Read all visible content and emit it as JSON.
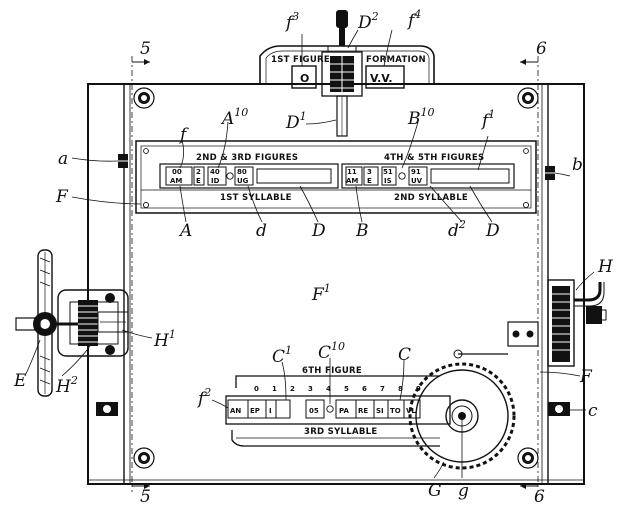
{
  "panel_captions": {
    "first_figure": "1ST FIGURE",
    "formation": "FORMATION",
    "figures_2_3": "2ND & 3RD FIGURES",
    "figures_4_5": "4TH & 5TH FIGURES",
    "syllable_1": "1ST SYLLABLE",
    "syllable_2": "2ND SYLLABLE",
    "figure_6": "6TH FIGURE",
    "syllable_3": "3RD SYLLABLE"
  },
  "windows": {
    "first_figure_value": "O",
    "formation_value": "V.V.",
    "upper_left": [
      "00",
      "2",
      "AM",
      "E",
      "40",
      "ID",
      "80",
      "UG"
    ],
    "upper_right": [
      "11",
      "3",
      "AM",
      "E",
      "51",
      "IS",
      "91",
      "UV"
    ],
    "bottom_row": [
      "AN",
      "EP",
      "I",
      "05",
      "PA",
      "RE",
      "SI",
      "TO",
      "VL"
    ]
  },
  "scale_numbers": [
    "0",
    "1",
    "2",
    "3",
    "4",
    "5",
    "6",
    "7",
    "8",
    "9"
  ],
  "reference_letters": {
    "f3": {
      "base": "f",
      "sup": "3"
    },
    "D2": {
      "base": "D",
      "sup": "2"
    },
    "f4": {
      "base": "f",
      "sup": "4"
    },
    "D1": {
      "base": "D",
      "sup": "1"
    },
    "A10": {
      "base": "A",
      "sup": "10"
    },
    "B10": {
      "base": "B",
      "sup": "10"
    },
    "f": {
      "base": "f",
      "sup": ""
    },
    "f1": {
      "base": "f",
      "sup": "1"
    },
    "a": {
      "base": "a",
      "sup": ""
    },
    "b": {
      "base": "b",
      "sup": ""
    },
    "F": {
      "base": "F",
      "sup": ""
    },
    "A": {
      "base": "A",
      "sup": ""
    },
    "d": {
      "base": "d",
      "sup": ""
    },
    "D_left": {
      "base": "D",
      "sup": ""
    },
    "B": {
      "base": "B",
      "sup": ""
    },
    "d2": {
      "base": "d",
      "sup": "2"
    },
    "D_right": {
      "base": "D",
      "sup": ""
    },
    "H": {
      "base": "H",
      "sup": ""
    },
    "F1": {
      "base": "F",
      "sup": "1"
    },
    "H1": {
      "base": "H",
      "sup": "1"
    },
    "H2": {
      "base": "H",
      "sup": "2"
    },
    "E": {
      "base": "E",
      "sup": ""
    },
    "C1": {
      "base": "C",
      "sup": "1"
    },
    "C10": {
      "base": "C",
      "sup": "10"
    },
    "C_top": {
      "base": "C",
      "sup": ""
    },
    "F_right": {
      "base": "F",
      "sup": ""
    },
    "c": {
      "base": "c",
      "sup": ""
    },
    "f2": {
      "base": "f",
      "sup": "2"
    },
    "G": {
      "base": "G",
      "sup": ""
    },
    "g": {
      "base": "g",
      "sup": ""
    },
    "sec5_top": {
      "base": "5",
      "sup": ""
    },
    "sec6_top": {
      "base": "6",
      "sup": ""
    },
    "sec5_bottom": {
      "base": "5",
      "sup": ""
    },
    "sec6_bottom": {
      "base": "6",
      "sup": ""
    }
  }
}
